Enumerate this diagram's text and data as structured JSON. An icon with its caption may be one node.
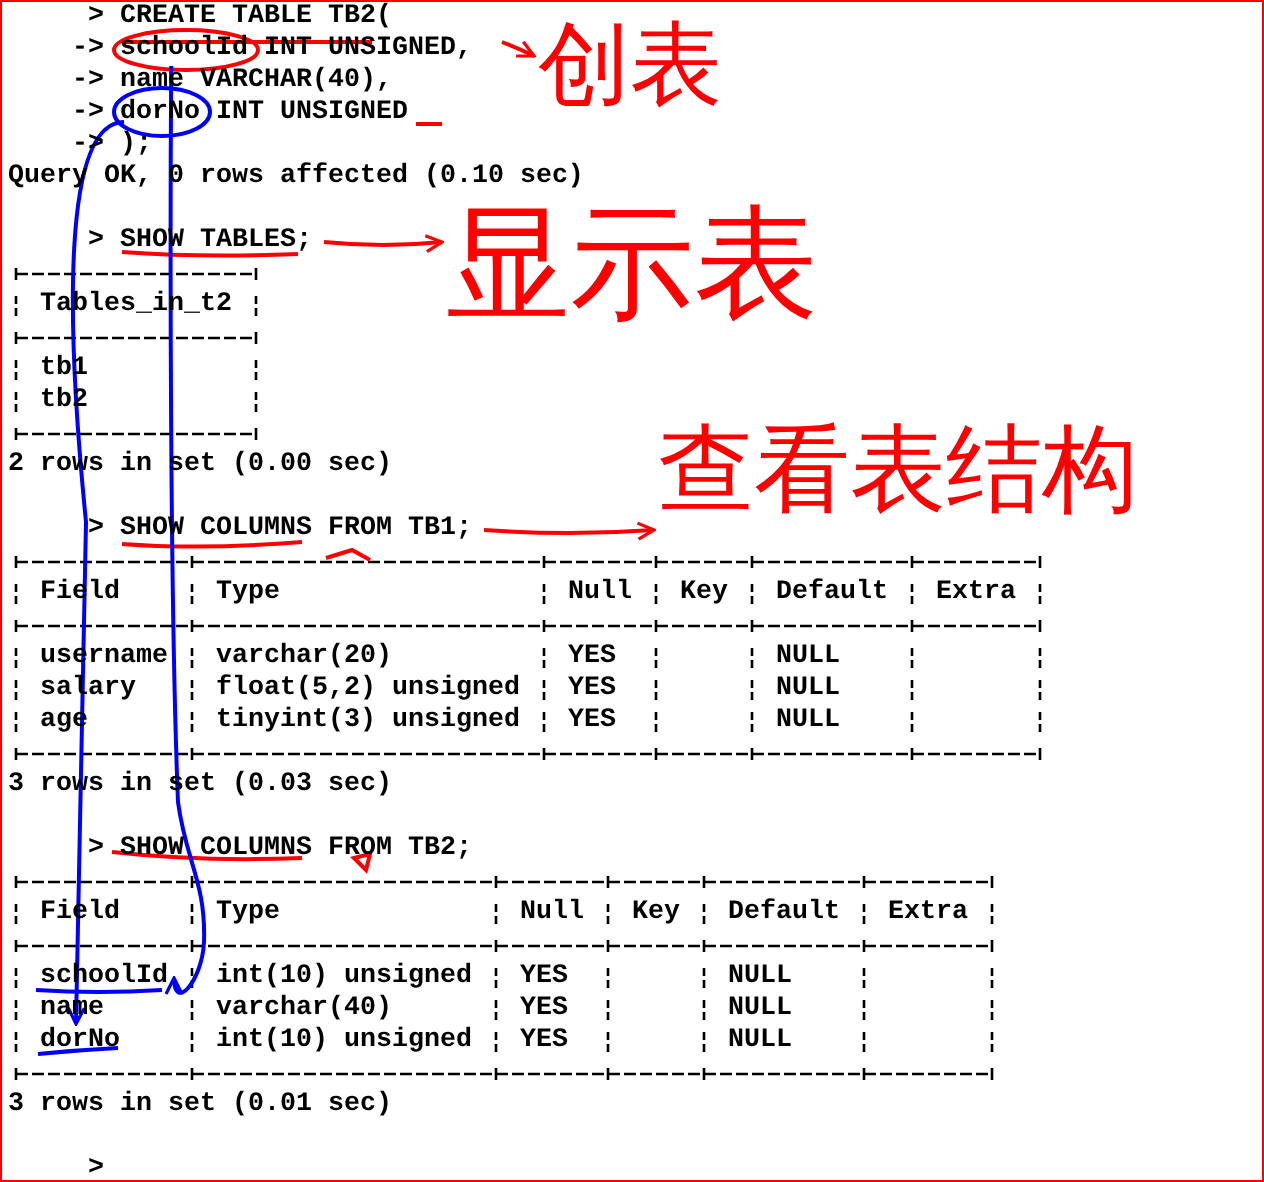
{
  "diagram": {
    "nodes": [
      {
        "text": [
          "schoolId"
        ]
      },
      {
        "text": [
          "dorNo"
        ]
      },
      {
        "text": [
          "创表"
        ]
      },
      {
        "text": [
          "SHOW TABLES;"
        ]
      },
      {
        "text": [
          "显示表"
        ]
      },
      {
        "text": [
          "SHOW COLUMNS FROM TB1;"
        ]
      },
      {
        "text": [
          "查看表结构"
        ]
      },
      {
        "text": [
          "schoolId"
        ]
      },
      {
        "text": [
          "dorNo"
        ]
      }
    ],
    "edges": [
      {
        "from": null,
        "to": 2,
        "arrow": "to"
      },
      {
        "from": 3,
        "to": 4,
        "arrow": "to"
      },
      {
        "from": 5,
        "to": 6,
        "arrow": "to"
      },
      {
        "from": 0,
        "to": 7,
        "arrow": "to",
        "color": "#0000ff"
      },
      {
        "from": 1,
        "to": 8,
        "arrow": "to",
        "color": "#0000ff"
      }
    ],
    "labels": [
      "> CREATE TABLE TB2(",
      "->",
      "INT UNSIGNED,",
      "-> name VARCHAR(40),",
      "->",
      "INT UNSIGNED",
      "-> );",
      "Query OK, 0 rows affected (0.10 sec)",
      ">",
      "Tables_in_t2",
      "tb1",
      "tb2",
      "2 rows in set (0.00 sec)",
      ">",
      "Field",
      "Type",
      "Null",
      "Key",
      "Default",
      "Extra",
      "username",
      "varchar(20)",
      "YES",
      "NULL",
      "salary",
      "float(5,2) unsigned",
      "YES",
      "NULL",
      "age",
      "tinyint(3) unsigned",
      "YES",
      "NULL",
      "3 rows in set (0.03 sec)",
      ">",
      "SHOW COLUMNS FROM TB2;",
      "Field",
      "Type",
      "Null",
      "Key",
      "Default",
      "Extra",
      "int(10) unsigned",
      "YES",
      "NULL",
      "name",
      "varchar(40)",
      "YES",
      "NULL",
      "int(10) unsigned",
      "YES",
      "NULL",
      "3 rows in set (0.01 sec)",
      ">"
    ]
  }
}
